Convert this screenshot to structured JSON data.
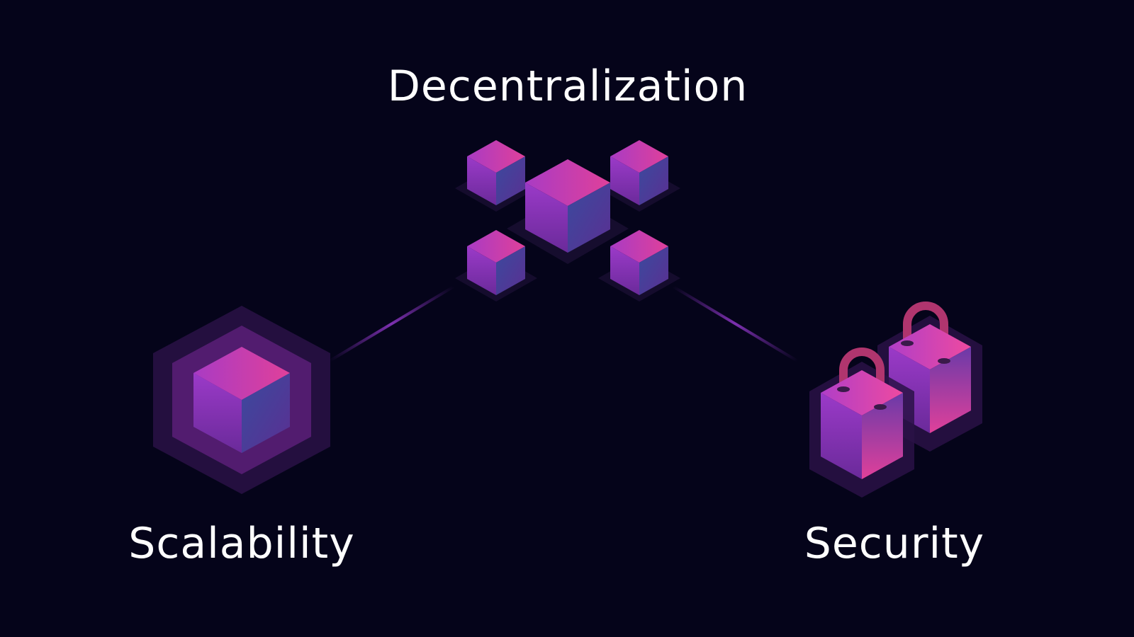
{
  "labels": {
    "top": "Decentralization",
    "left": "Scalability",
    "right": "Security"
  },
  "icons": {
    "top": "network-nodes-icon",
    "left": "layered-cube-icon",
    "right": "padlocks-icon"
  },
  "colors": {
    "background": "#05041a",
    "text": "#ffffff",
    "accent_magenta": "#e0409a",
    "accent_purple": "#8a35b8",
    "accent_blue": "#3b3f9a",
    "connector": "#7a2fb0"
  }
}
